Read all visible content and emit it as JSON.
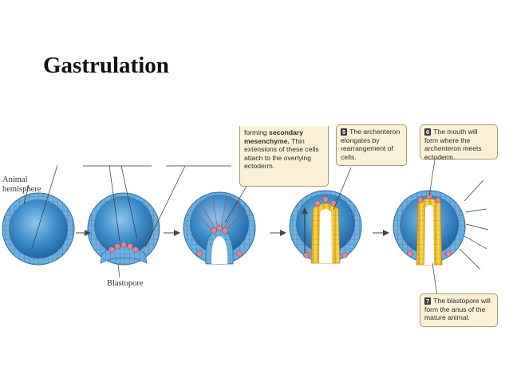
{
  "title": "Gastrulation",
  "labels": {
    "animal_hemisphere": "Animal hemisphere",
    "blastopore": "Blastopore"
  },
  "callouts": {
    "mesenchyme": {
      "pre": "forming ",
      "bold": "secondary mesenchyme.",
      "post": " Thin extensions of these cells attach to the overlying ectoderm."
    },
    "step5": {
      "number": "5",
      "text": "The archenteron elongates by rearrangement of cells."
    },
    "step6": {
      "number": "6",
      "text": "The mouth will form where the archenteron meets ectoderm."
    },
    "step7": {
      "number": "7",
      "text": "The blastopore will form the anus of the mature animal."
    }
  },
  "colors": {
    "ectoderm": "#3d8ec9",
    "blastocoel": "#2a78b8",
    "mesenchyme": "#d98a96",
    "endoderm": "#f0c83c",
    "callout_bg": "#fbf1d6"
  }
}
